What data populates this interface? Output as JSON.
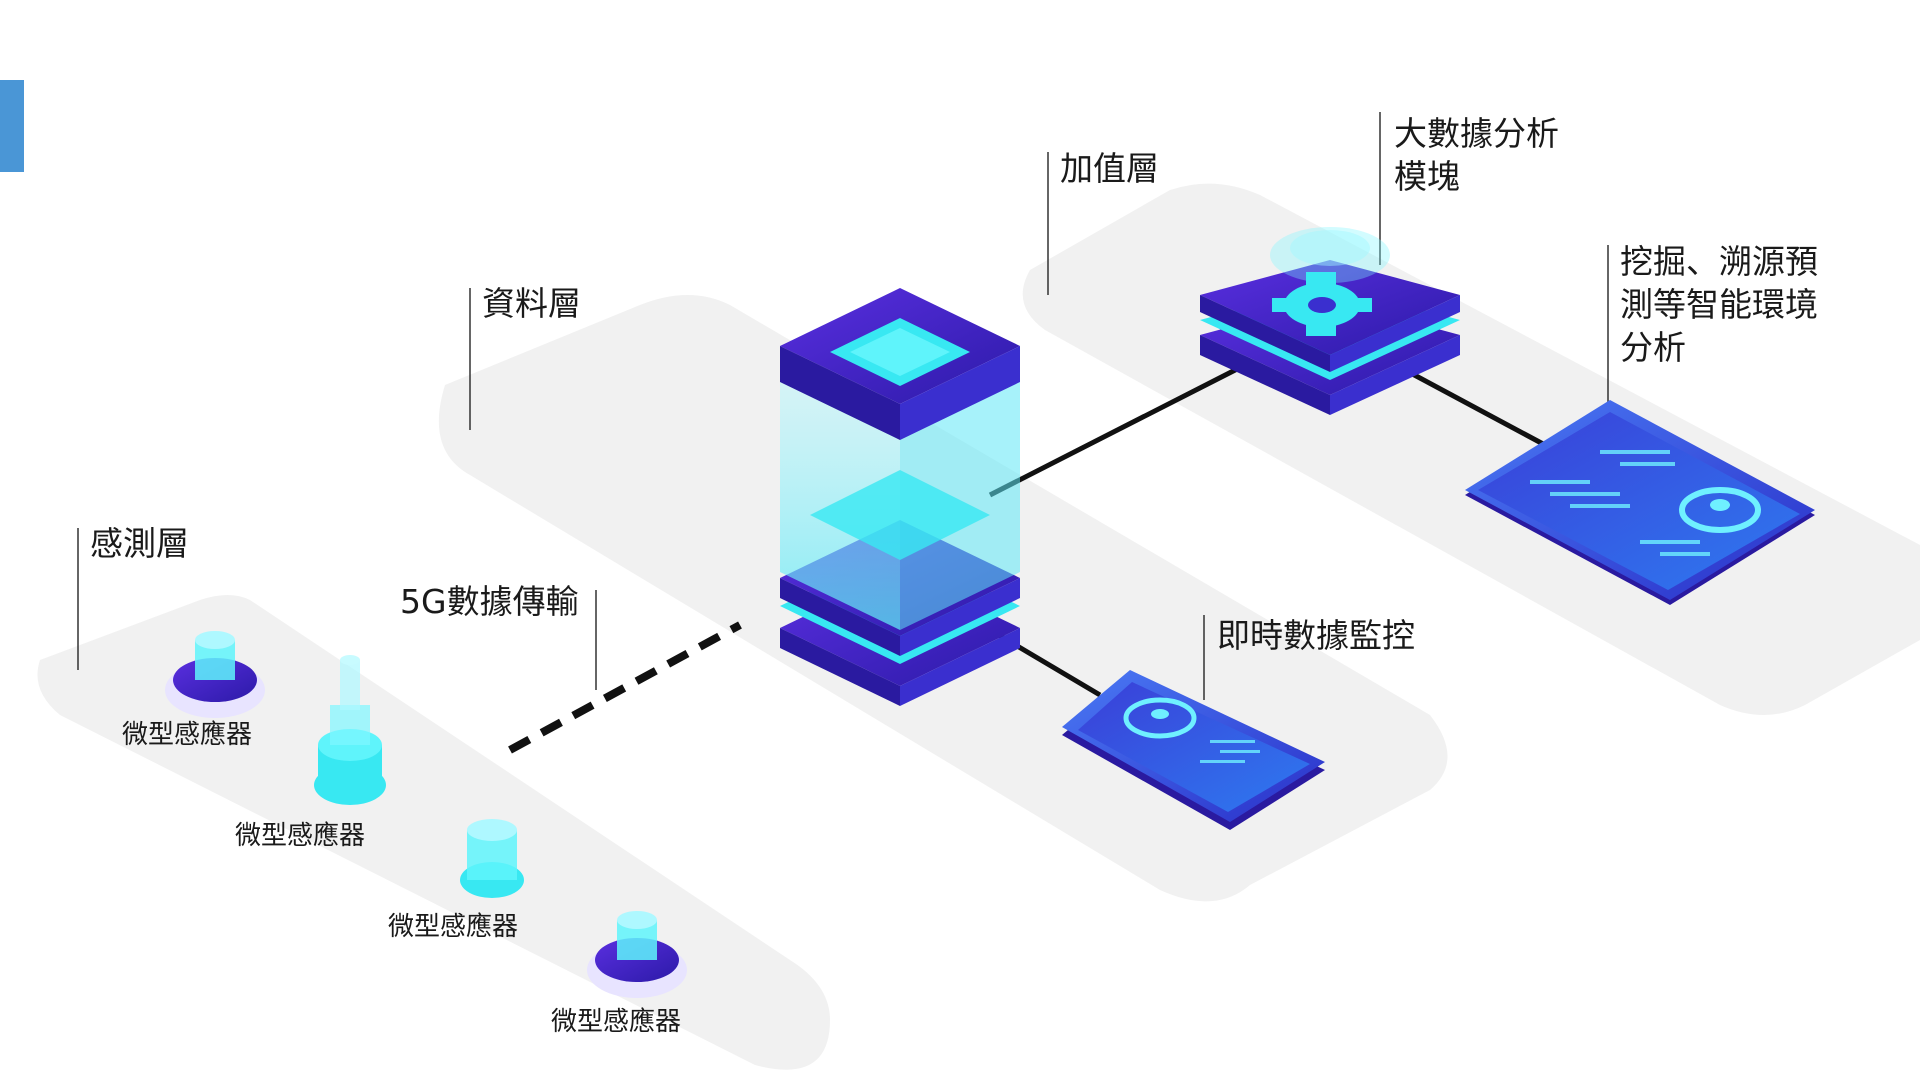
{
  "colors": {
    "accent": "#4a96d6",
    "platform": "#f1f1f1",
    "device_dark": "#3a1fc4",
    "device_mid": "#3e5ef0",
    "cyan": "#38e8f2",
    "line": "#111111"
  },
  "layers": {
    "sensing": "感測層",
    "data": "資料層",
    "value_added": "加值層"
  },
  "transmission": "5G數據傳輸",
  "modules": {
    "big_data": "大數據分析\n模塊",
    "mining": "挖掘、溯源預\n測等智能環境\n分析",
    "monitoring": "即時數據監控"
  },
  "sensors": [
    "微型感應器",
    "微型感應器",
    "微型感應器",
    "微型感應器"
  ],
  "icons": {
    "server": "server-icon",
    "gear": "gear-icon",
    "phone": "phone-icon",
    "tablet": "tablet-icon",
    "sensor": "sensor-icon"
  }
}
